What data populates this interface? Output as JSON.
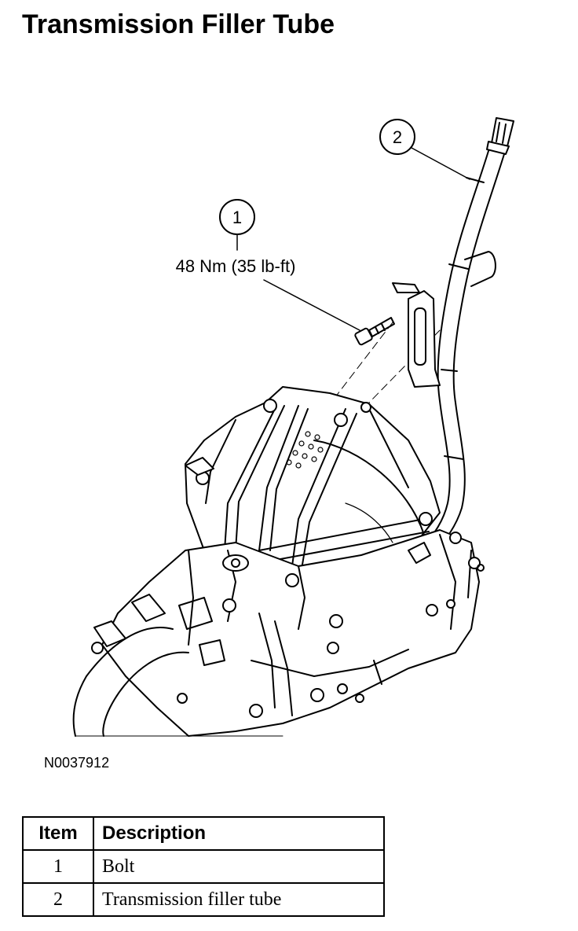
{
  "title": "Transmission Filler Tube",
  "callouts": [
    {
      "number": "1",
      "text": "48 Nm (35 lb-ft)"
    },
    {
      "number": "2",
      "text": ""
    }
  ],
  "figure_id": "N0037912",
  "legend": {
    "headers": {
      "item": "Item",
      "description": "Description"
    },
    "rows": [
      {
        "item": "1",
        "description": "Bolt"
      },
      {
        "item": "2",
        "description": "Transmission filler tube"
      }
    ]
  }
}
